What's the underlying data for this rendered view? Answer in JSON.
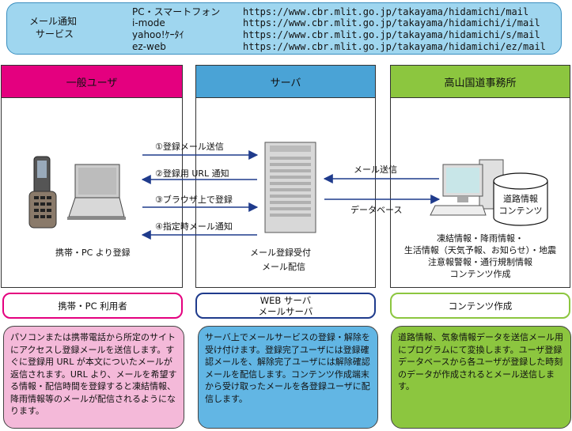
{
  "banner": {
    "service_line1": "メール通知",
    "service_line2": "サービス",
    "rows": [
      {
        "device": "PC・スマートフォン",
        "url": "https://www.cbr.mlit.go.jp/takayama/hidamichi/mail"
      },
      {
        "device": "i-mode",
        "url": "https://www.cbr.mlit.go.jp/takayama/hidamichi/i/mail"
      },
      {
        "device": "yahoo!ｹｰﾀｲ",
        "url": "https://www.cbr.mlit.go.jp/takayama/hidamichi/s/mail"
      },
      {
        "device": "ez-web",
        "url": "https://www.cbr.mlit.go.jp/takayama/hidamichi/ez/mail"
      }
    ]
  },
  "columns": {
    "user": {
      "title": "一般ユーザ",
      "caption": "携帯・PC より登録",
      "color": "#e4007f"
    },
    "server": {
      "title": "サーバ",
      "caption1": "メール登録受付",
      "caption2": "メール配信",
      "color": "#4aa3d6"
    },
    "office": {
      "title": "高山国道事務所",
      "color": "#8cc63f",
      "box_line1": "道路情報",
      "box_line2": "コンテンツ",
      "caption_lines": [
        "凍結情報・降雨情報・",
        "生活情報（天気予報、お知らせ）・地震",
        "注意報警報・通行規制情報",
        "コンテンツ作成"
      ]
    }
  },
  "arrows": {
    "a1": "①登録メール送信",
    "a2": "②登録用 URL 通知",
    "a3": "③ブラウザ上で登録",
    "a4": "④指定時メール通知",
    "mail_send": "メール送信",
    "database": "データベース"
  },
  "pills": {
    "user": "携帯・PC 利用者",
    "server_line1": "WEB サーバ",
    "server_line2": "メールサーバ",
    "office": "コンテンツ作成"
  },
  "descriptions": {
    "user": "パソコンまたは携帯電話から所定のサイトにアクセスし登録メールを送信します。すぐに登録用 URL が本文についたメールが返信されます。URL より、メールを希望する情報・配信時間を登録すると凍結情報、降雨情報等のメールが配信されるようになります。",
    "server": "サーバ上でメールサービスの登録・解除を受け付けます。登録完了ユーザには登録確認メールを、解除完了ユーザには解除確認メールを配信します。コンテンツ作成端末から受け取ったメールを各登録ユーザに配信します。",
    "office": "道路情報、気象情報データを送信メール用にプログラムにて変換します。ユーザ登録データベースから各ユーザが登録した時刻のデータが作成されるとメール送信します。"
  }
}
